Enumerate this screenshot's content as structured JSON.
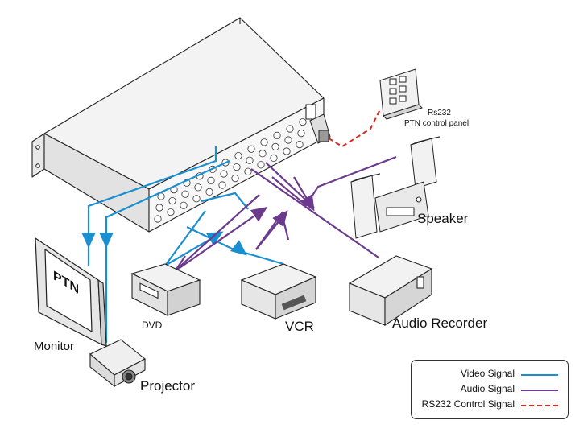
{
  "labels": {
    "rs232": "Rs232",
    "control_panel": "PTN control panel",
    "speaker": "Speaker",
    "monitor": "Monitor",
    "dvd": "DVD",
    "vcr": "VCR",
    "audio_recorder": "Audio Recorder",
    "projector": "Projector",
    "monitor_screen_logo": "PTN"
  },
  "legend": {
    "video_signal": "Video Signal",
    "audio_signal": "Audio Signal",
    "rs232_signal": "RS232 Control Signal"
  },
  "colors": {
    "video": "#1a8fd0",
    "audio": "#6b3a8c",
    "rs232": "#d9281f",
    "device_outline": "#222222"
  }
}
